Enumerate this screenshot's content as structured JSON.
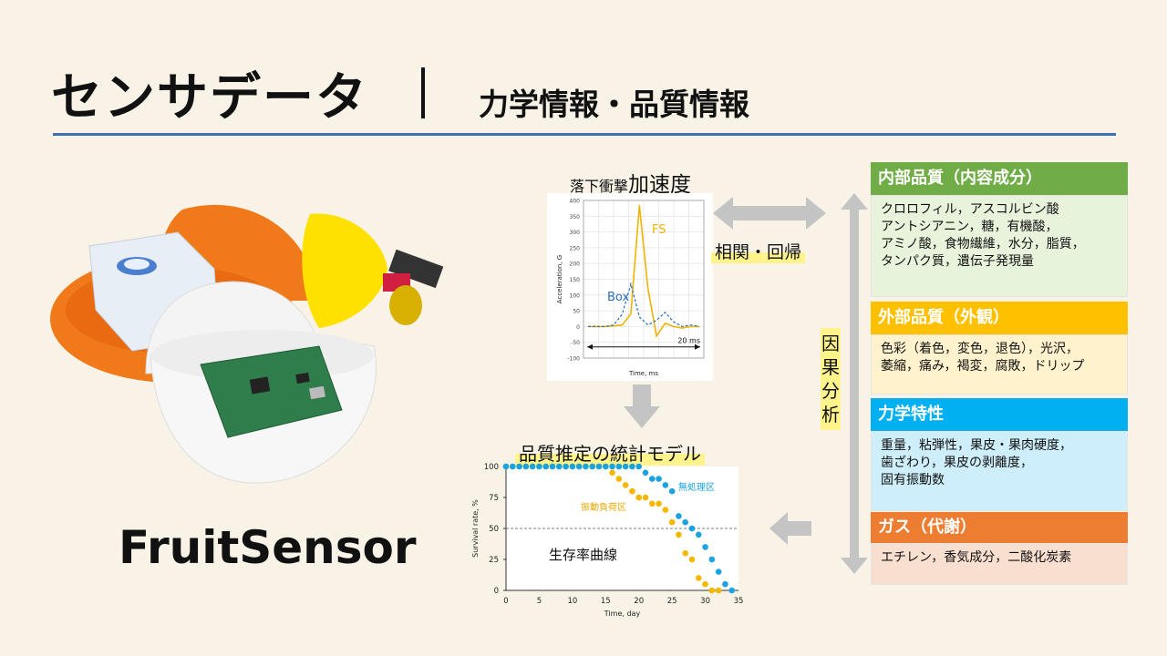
{
  "header": {
    "title": "センサデータ",
    "subtitle": "力学情報・品質情報"
  },
  "device": {
    "name": "FruitSensor"
  },
  "accel": {
    "title_small": "落下衝撃",
    "title_big": "加速度",
    "chart_data": {
      "type": "line",
      "xlabel": "Time, ms",
      "ylabel": "Acceleration, G",
      "ylim": [
        -100,
        400
      ],
      "yticks": [
        "400",
        "350",
        "300",
        "250",
        "200",
        "150",
        "100",
        "50",
        "0",
        "-50",
        "-100"
      ],
      "grid": true,
      "series": [
        {
          "name": "FS",
          "color": "#f0b400",
          "values": [
            0,
            0,
            0,
            2,
            5,
            40,
            385,
            120,
            -30,
            10,
            0,
            -5,
            0,
            0
          ]
        },
        {
          "name": "Box",
          "color": "#2f6fb5",
          "values": [
            0,
            0,
            0,
            5,
            40,
            135,
            30,
            5,
            20,
            45,
            15,
            0,
            5,
            0
          ]
        }
      ],
      "annotation": "20 ms"
    }
  },
  "relation_label": "相関・回帰",
  "stat_label": "品質推定の統計モデル",
  "survival": {
    "chart_data": {
      "type": "scatter",
      "xlabel": "Time, day",
      "ylabel": "Survival rate, %",
      "xlim": [
        0,
        35
      ],
      "ylim": [
        0,
        100
      ],
      "xticks": [
        "0",
        "5",
        "10",
        "15",
        "20",
        "25",
        "30",
        "35"
      ],
      "yticks": [
        "100",
        "75",
        "50",
        "25",
        "0"
      ],
      "reference_line": 50,
      "annotation": "生存率曲線",
      "series": [
        {
          "name": "無処理区",
          "color": "#1aa3e0",
          "points": [
            [
              0,
              100
            ],
            [
              1,
              100
            ],
            [
              2,
              100
            ],
            [
              3,
              100
            ],
            [
              4,
              100
            ],
            [
              5,
              100
            ],
            [
              6,
              100
            ],
            [
              7,
              100
            ],
            [
              8,
              100
            ],
            [
              9,
              100
            ],
            [
              10,
              100
            ],
            [
              11,
              100
            ],
            [
              12,
              100
            ],
            [
              13,
              100
            ],
            [
              14,
              100
            ],
            [
              15,
              100
            ],
            [
              16,
              100
            ],
            [
              17,
              100
            ],
            [
              18,
              100
            ],
            [
              19,
              100
            ],
            [
              20,
              100
            ],
            [
              21,
              95
            ],
            [
              22,
              90
            ],
            [
              23,
              90
            ],
            [
              24,
              85
            ],
            [
              25,
              80
            ],
            [
              26,
              60
            ],
            [
              27,
              55
            ],
            [
              28,
              50
            ],
            [
              29,
              45
            ],
            [
              30,
              35
            ],
            [
              31,
              25
            ],
            [
              32,
              15
            ],
            [
              33,
              5
            ],
            [
              34,
              0
            ]
          ]
        },
        {
          "name": "振動負荷区",
          "color": "#f5b800",
          "points": [
            [
              0,
              100
            ],
            [
              1,
              100
            ],
            [
              2,
              100
            ],
            [
              3,
              100
            ],
            [
              4,
              100
            ],
            [
              5,
              100
            ],
            [
              6,
              100
            ],
            [
              7,
              100
            ],
            [
              8,
              100
            ],
            [
              9,
              100
            ],
            [
              10,
              100
            ],
            [
              11,
              100
            ],
            [
              12,
              100
            ],
            [
              13,
              100
            ],
            [
              14,
              100
            ],
            [
              15,
              100
            ],
            [
              16,
              95
            ],
            [
              17,
              90
            ],
            [
              18,
              85
            ],
            [
              19,
              80
            ],
            [
              20,
              75
            ],
            [
              21,
              75
            ],
            [
              22,
              70
            ],
            [
              23,
              70
            ],
            [
              24,
              65
            ],
            [
              25,
              55
            ],
            [
              26,
              45
            ],
            [
              27,
              30
            ],
            [
              28,
              25
            ],
            [
              29,
              10
            ],
            [
              30,
              5
            ],
            [
              31,
              0
            ],
            [
              32,
              0
            ]
          ]
        }
      ]
    }
  },
  "causal_label": "因果分析",
  "panels": [
    {
      "title": "内部品質（内容成分）",
      "color": "#70ad47",
      "bg": "#e8f3dc",
      "lines": [
        "クロロフィル，アスコルビン酸",
        "アントシアニン，糖，有機酸，",
        "アミノ酸，食物繊維，水分，脂質，",
        "タンパク質，遺伝子発現量"
      ]
    },
    {
      "title": "外部品質（外観）",
      "color": "#ffc000",
      "bg": "#fff2cc",
      "lines": [
        "色彩（着色，変色，退色），光沢，",
        "萎縮，痛み，褐変，腐敗，ドリップ"
      ]
    },
    {
      "title": "力学特性",
      "color": "#00b0f0",
      "bg": "#cdeefa",
      "lines": [
        "重量，粘弾性，果皮・果肉硬度，",
        "歯ざわり，果皮の剥離度，",
        "固有振動数"
      ]
    },
    {
      "title": "ガス（代謝）",
      "color": "#ed7d31",
      "bg": "#f9dfcf",
      "lines": [
        "エチレン，香気成分，二酸化炭素"
      ]
    }
  ]
}
